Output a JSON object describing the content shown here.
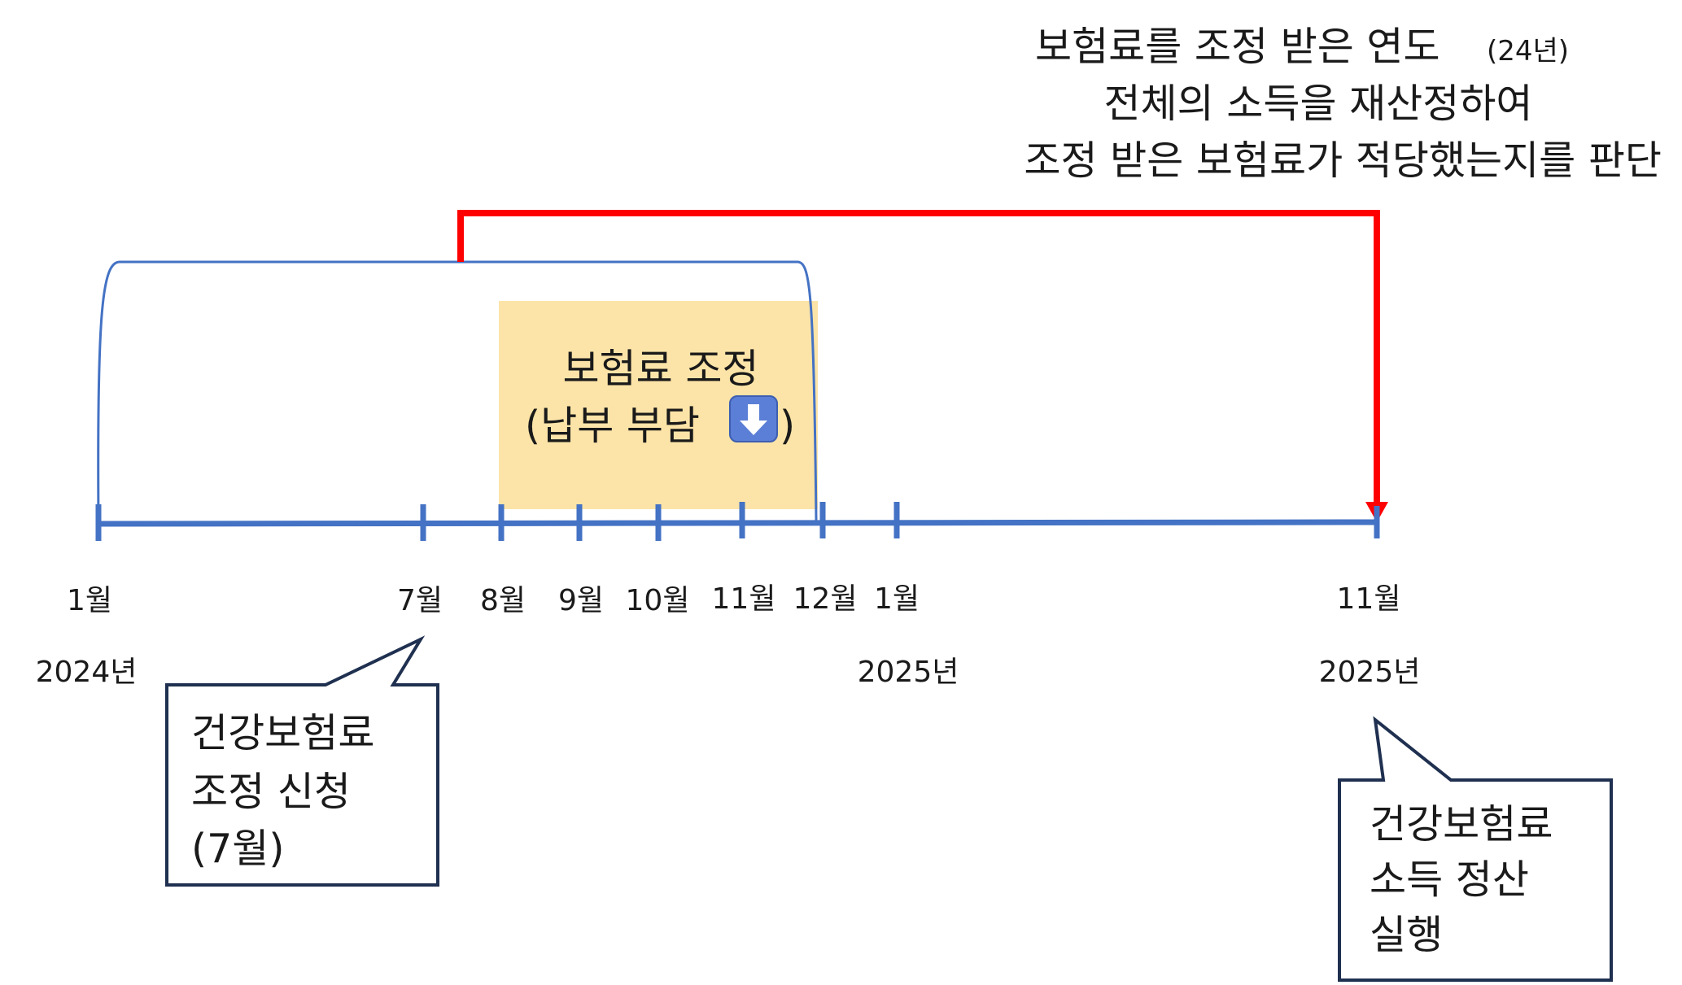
{
  "heading": {
    "line1": "보험료를 조정 받은 연도",
    "line1_note": "(24년)",
    "line2": "전체의 소득을 재산정하여",
    "line3": "조정 받은 보험료가 적당했는지를 판단"
  },
  "adjustment_box": {
    "line1": "보험료 조정",
    "line2_prefix": "(납부 부담",
    "line2_suffix": ")",
    "icon": "down-arrow-icon",
    "fill_color": "#FCE4A8"
  },
  "timeline": {
    "color": "#4472C4",
    "ticks": [
      {
        "month": "1월",
        "year": "2024년"
      },
      {
        "month": "7월",
        "year": ""
      },
      {
        "month": "8월",
        "year": ""
      },
      {
        "month": "9월",
        "year": ""
      },
      {
        "month": "10월",
        "year": ""
      },
      {
        "month": "11월",
        "year": ""
      },
      {
        "month": "12월",
        "year": ""
      },
      {
        "month": "1월",
        "year": "2025년"
      },
      {
        "month": "11월",
        "year": "2025년"
      }
    ]
  },
  "settlement_arrow": {
    "color": "#FF0000"
  },
  "callout_apply": {
    "line1": "건강보험료",
    "line2": "조정 신청",
    "line3": "(7월)"
  },
  "callout_settle": {
    "line1": "건강보험료",
    "line2": "소득 정산",
    "line3": "실행"
  }
}
